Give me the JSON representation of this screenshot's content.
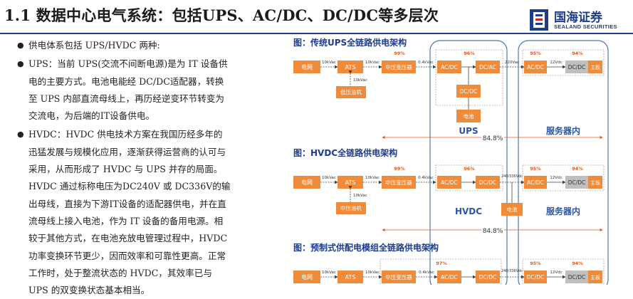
{
  "header": {
    "title": "1.1 数据中心电气系统：包括UPS、AC/DC、DC/DC等多层次",
    "logo_cn": "国海证券",
    "logo_en": "SEALAND SECURITIES",
    "colors": {
      "brand": "#1e3c8c",
      "accent": "#e05a1c",
      "box": "#f08b3a",
      "grey": "#bfbfbf",
      "zone": "#4a78b5"
    }
  },
  "text": {
    "p1": [
      "供电体系包括 UPS/HVDC 两种:"
    ],
    "p2": [
      "UPS：当前 UPS(交流不间断电源)是为 IT 设备供",
      "电的主要方式。电池电能经 DC/DC适配器，转换",
      "至 UPS 内部直流母线上，再历经逆变环节转变为",
      "交流电，为后端的IT设备供电。"
    ],
    "p3": [
      "HVDC：HVDC 供电技术方案在我国历经多年的",
      "迅猛发展与规模化应用，逐渐获得运营商的认可与",
      "采用，从而形成了 HVDC 与 UPS 并存的局面。",
      "HVDC 通过标称电压为DC240V 或 DC336V的输",
      "出母线，直接为下游IT设备的适配器供电，并在直",
      "流母线上接入电池，作为 IT 设备的备用电源。相",
      "较于其他方式，在电池充放电管理过程中，HVDC",
      "功率变换环节更少，因而效率和可靠性更高。正常",
      "工作时，处于整流状态的 HVDC，其效率已与",
      "UPS 的双变换状态基本相当。"
    ]
  },
  "diagrams": {
    "d1": {
      "title": "图：传统UPS全链路供电架构",
      "grid": "电网",
      "ats": "ATS",
      "transformer": "中压变压器",
      "generator": "低压油机",
      "v_grid": "10kVac",
      "v_ats": "10kVac",
      "v_gen": "10kVac",
      "v_tr": "0.4kVac",
      "v_ups": "220Vac",
      "v_srv": "12Vdc",
      "eff_tr": "99%",
      "eff_ups": "96%",
      "eff_psu": "95%",
      "eff_vrm": "94%",
      "acdc": "AC/DC",
      "dcac": "DC/AC",
      "dcdc": "DC/DC",
      "battery": "电池",
      "psu": "AC/DC",
      "vrm": "DC/DC",
      "board": "主板",
      "zone_ups": "UPS",
      "zone_srv": "服务器内",
      "total": "84.8%"
    },
    "d2": {
      "title": "图：HVDC全链路供电架构",
      "grid": "电网",
      "ats": "ATS",
      "transformer": "中压变压器",
      "generator": "中压油机",
      "v_grid": "10kVac",
      "v_ats": "10kVac",
      "v_gen": "10kVac",
      "v_tr": "0.4kVac",
      "v_hvdc": "240/336Vdc",
      "v_srv": "12Vdc",
      "eff_tr": "99%",
      "eff_hvdc": "96%",
      "eff_psu": "95%",
      "eff_vrm": "94%",
      "acdc": "AC/DC",
      "dcdc": "DC/DC",
      "battery": "电池",
      "psu": "AC/DC",
      "vrm": "DC/DC",
      "board": "主板",
      "zone_hvdc": "HVDC",
      "zone_srv": "服务器内",
      "total": "84.8%"
    },
    "d3": {
      "title": "图：预制式供配电模组全链路供电架构",
      "grid": "电网",
      "ats": "ATS",
      "transformer": "中压变压器",
      "v_grid": "10kVac",
      "v_ats": "10kVac",
      "v_tr": "0.4kVac",
      "v_hvdc": "240/336Vdc",
      "v_srv": "12Vdc",
      "eff_mod": "97%",
      "eff_psu": "95%",
      "eff_vrm": "94%",
      "acdc": "AC/DC",
      "dcdc": "DC/DC",
      "psu": "DC/DC",
      "vrm": "DC/DC",
      "board": "主板"
    }
  }
}
